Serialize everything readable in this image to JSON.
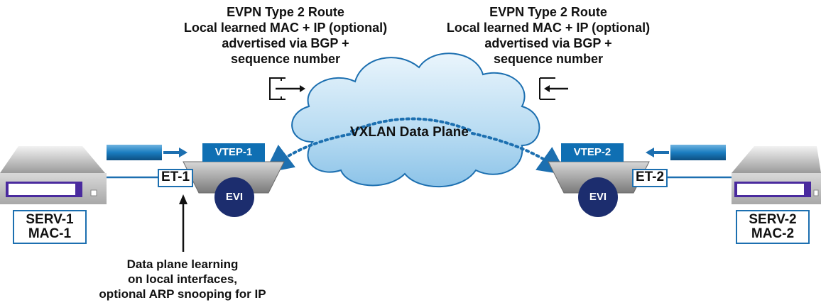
{
  "left_route": {
    "title": "EVPN Type 2 Route",
    "line1": "Local learned MAC + IP (optional)",
    "line2": "advertised via BGP +",
    "line3": "sequence number"
  },
  "right_route": {
    "title": "EVPN Type 2 Route",
    "line1": "Local learned MAC + IP (optional)",
    "line2": "advertised via BGP +",
    "line3": "sequence number"
  },
  "cloud": {
    "label": "VXLAN Data Plane"
  },
  "left_vtep": {
    "name": "VTEP-1",
    "evi": "EVI",
    "interface": "ET-1"
  },
  "right_vtep": {
    "name": "VTEP-2",
    "evi": "EVI",
    "interface": "ET-2"
  },
  "left_server": {
    "name": "SERV-1",
    "mac": "MAC-1"
  },
  "right_server": {
    "name": "SERV-2",
    "mac": "MAC-2"
  },
  "learning_note": {
    "line1": "Data plane learning",
    "line2": "on local interfaces,",
    "line3": "optional ARP snooping for IP"
  },
  "colors": {
    "accent_blue": "#0f6fb3",
    "navy": "#1c2d6e",
    "cloud_fill": "#a9d2ee",
    "server_purple": "#4a2a9e"
  }
}
